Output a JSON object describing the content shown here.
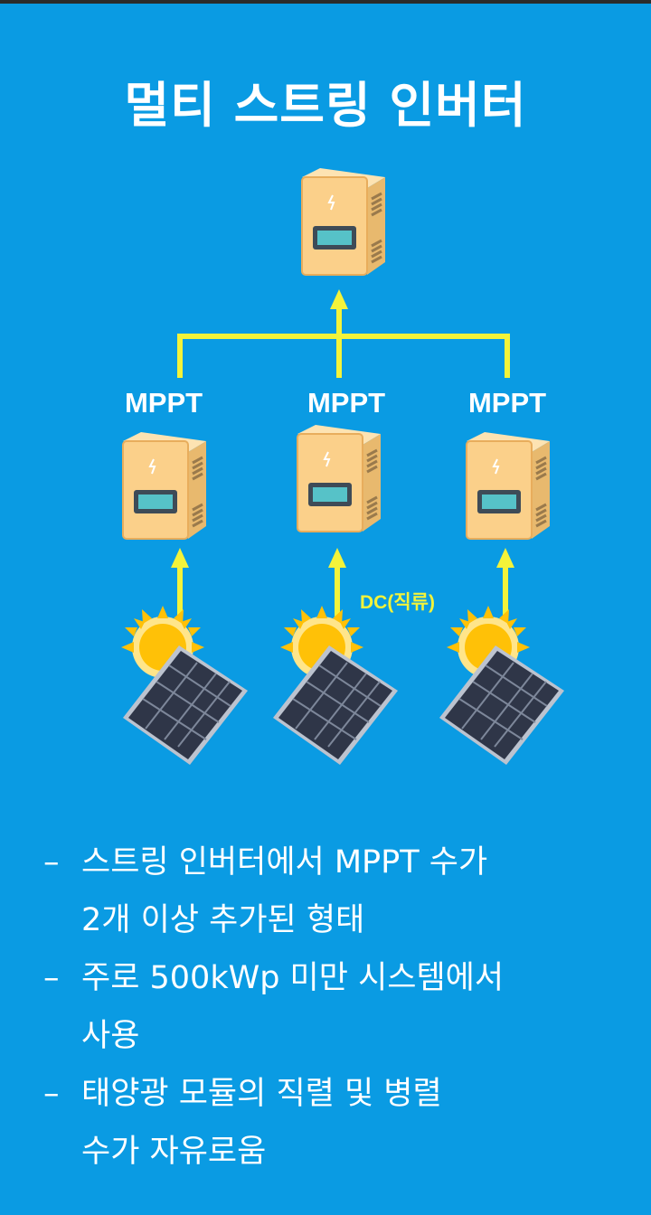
{
  "title": "멀티 스트링 인버터",
  "mppt_labels": [
    "MPPT",
    "MPPT",
    "MPPT"
  ],
  "dc_label": "DC(직류)",
  "description": [
    {
      "dash": "–",
      "lines": [
        "스트링 인버터에서 MPPT 수가",
        "2개 이상 추가된 형태"
      ]
    },
    {
      "dash": "–",
      "lines": [
        "주로 500kWp 미만 시스템에서",
        "사용"
      ]
    },
    {
      "dash": "–",
      "lines": [
        "태양광 모듈의 직렬 및 병렬",
        "수가 자유로움"
      ]
    }
  ],
  "colors": {
    "background": "#0a9be3",
    "connector": "#f3f33a",
    "inverter_body": "#fbd08a",
    "panel": "#2d3547",
    "sun": "#ffc107"
  },
  "icons": [
    "inverter-icon",
    "solar-panel-icon",
    "sun-icon",
    "arrow-up-icon"
  ]
}
